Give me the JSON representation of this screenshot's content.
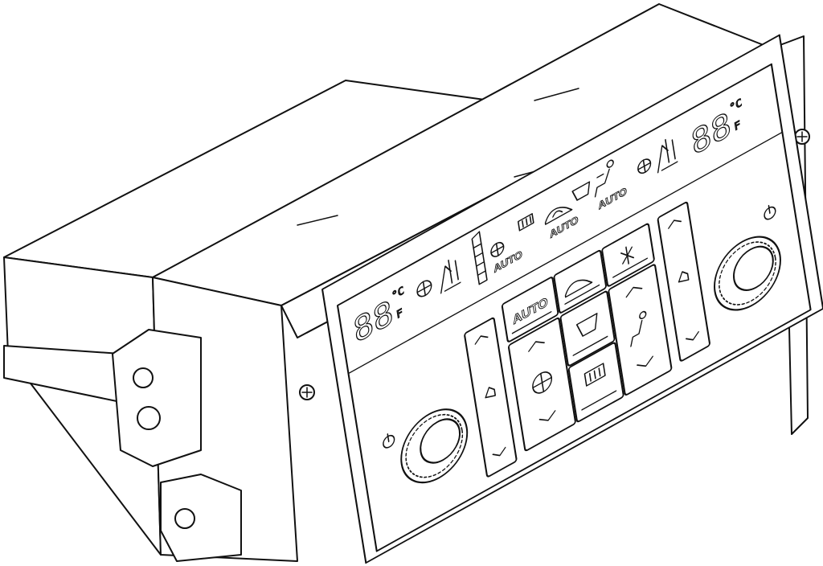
{
  "display": {
    "left_temp": "88",
    "left_unit": "°C",
    "left_unit_small": "F",
    "right_temp": "88",
    "right_unit": "°C",
    "right_unit_small": "F",
    "fan_auto_label": "AUTO",
    "recirc_auto_label": "AUTO",
    "mode_auto_label": "AUTO"
  },
  "buttons": {
    "auto_label": "AUTO"
  },
  "icons": [
    "power-icon",
    "fan-icon",
    "seat-heat-icon",
    "recirculation-icon",
    "ac-off-icon",
    "front-defrost-icon",
    "rear-defrost-icon",
    "airflow-mode-icon",
    "chevron-up-icon",
    "chevron-down-icon",
    "screw-icon"
  ],
  "colors": {
    "line": "#111111",
    "background": "#ffffff"
  }
}
